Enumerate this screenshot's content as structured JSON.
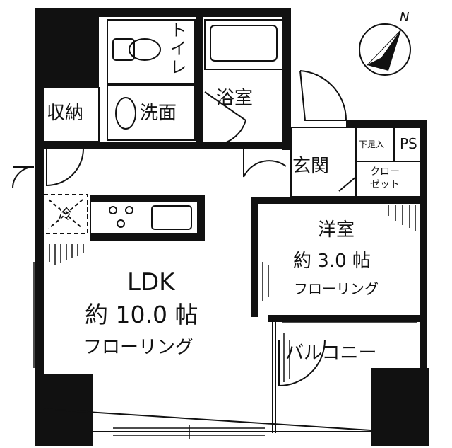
{
  "compass": {
    "label": "N"
  },
  "rooms": {
    "toilet": "トイレ",
    "bath": "浴室",
    "storage": "収納",
    "washroom": "洗面",
    "entrance": "玄関",
    "shoe_storage": "下足入",
    "ps": "PS",
    "closet_line1": "クロー",
    "closet_line2": "ゼット",
    "fridge": "冷",
    "western_room": {
      "name": "洋室",
      "size": "約 3.0 帖",
      "floor": "フローリング"
    },
    "ldk": {
      "name": "LDK",
      "size": "約 10.0 帖",
      "floor": "フローリング"
    },
    "balcony": "バルコニー"
  }
}
